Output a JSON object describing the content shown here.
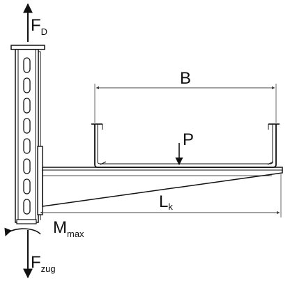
{
  "labels": {
    "fd": {
      "main": "F",
      "sub": "D"
    },
    "b": "B",
    "p": "P",
    "lk": {
      "main": "L",
      "sub": "k"
    },
    "mmax": {
      "main": "M",
      "sub": "max"
    },
    "fzug": {
      "main": "F",
      "sub": "zug"
    }
  },
  "colors": {
    "stroke": "#111111",
    "dimension": "#444444",
    "fill": "#ffffff"
  },
  "counts": {
    "post_slots": 8
  }
}
